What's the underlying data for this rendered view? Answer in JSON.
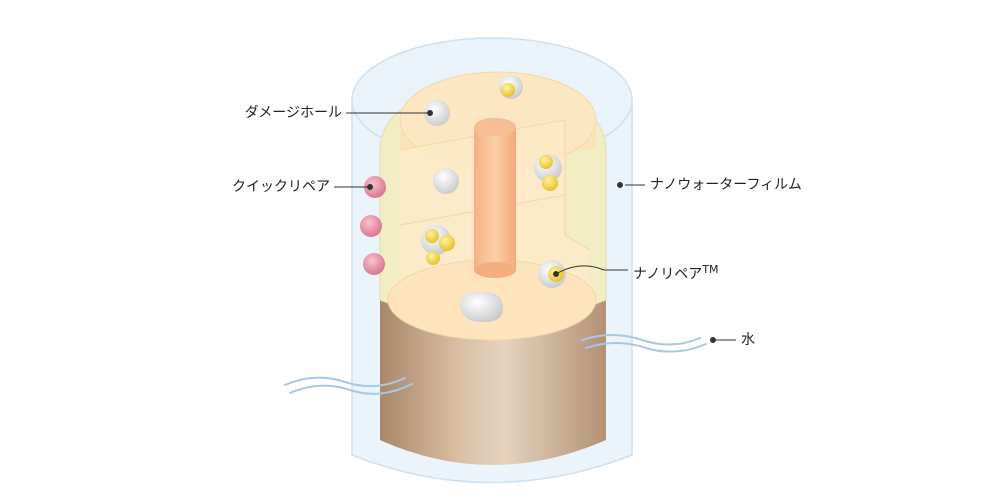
{
  "labels": {
    "damage_hole": "ダメージホール",
    "quick_repair": "クイックリペア",
    "nano_water_film": "ナノウォーターフィルム",
    "nano_repair": "ナノリペア",
    "nano_repair_tm": "TM",
    "water": "水"
  },
  "colors": {
    "film": "#dcebf6",
    "cuticle": "#f2ecc4",
    "cortex": "#fde6bf",
    "medulla": "#f6b98a",
    "shaft": "#c8a88a",
    "repair_pink": "#e28aa0",
    "repair_yellow": "#f1cf40",
    "hole_gray": "#d9dadb",
    "water_line": "#a8c8e4",
    "leader": "#333333"
  }
}
